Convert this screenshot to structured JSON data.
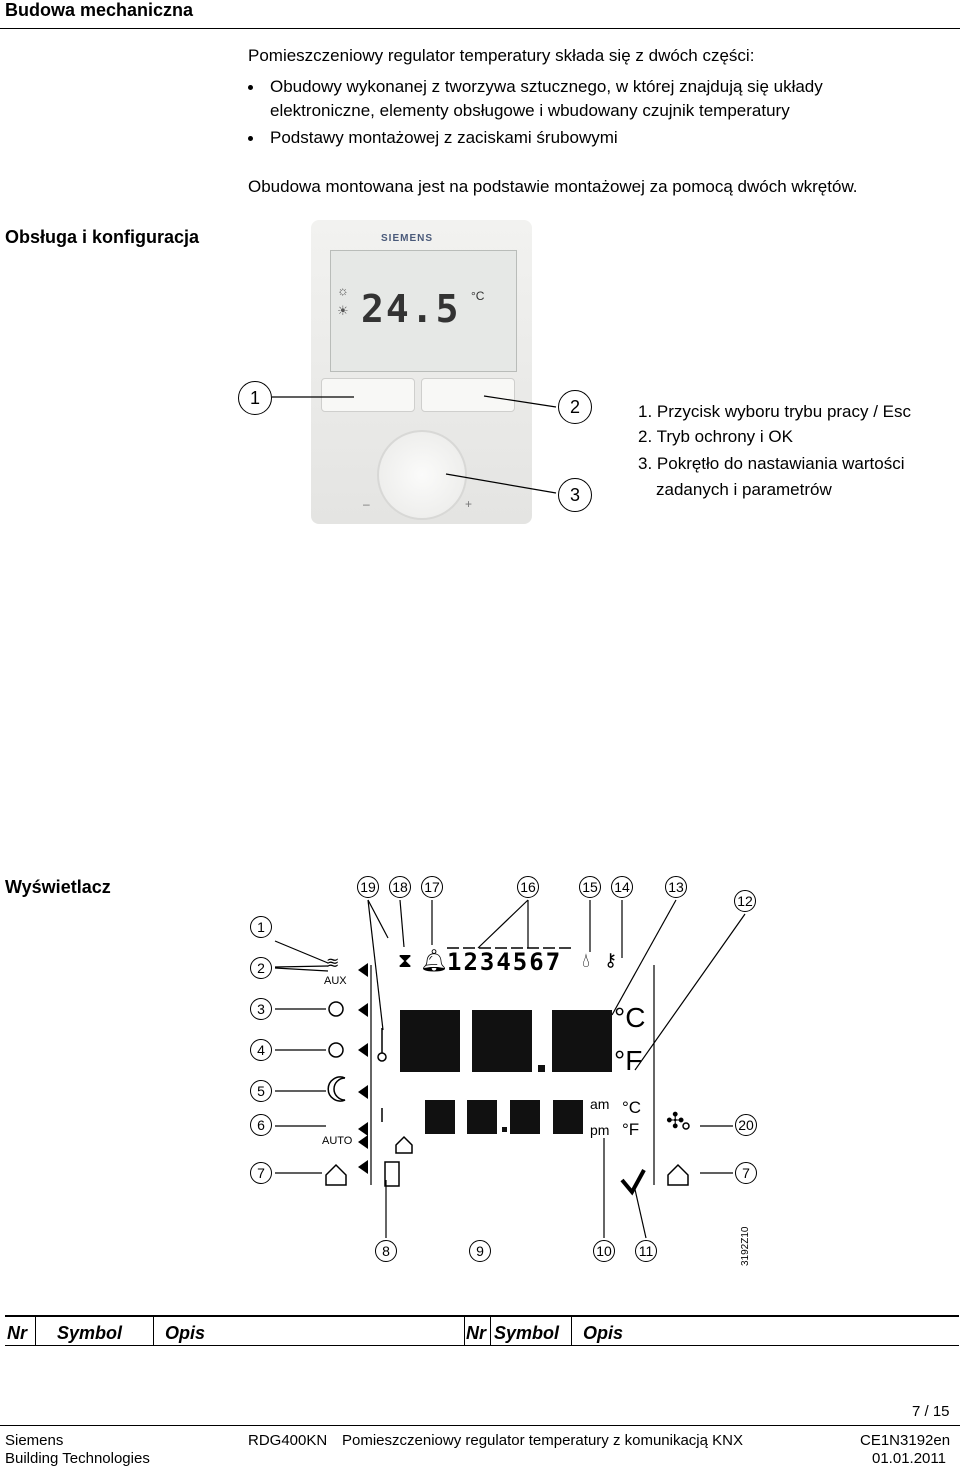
{
  "header": {
    "title": "Budowa mechaniczna"
  },
  "intro": {
    "lead": "Pomieszczeniowy regulator temperatury składa się z dwóch części:",
    "bullets": [
      "Obudowy wykonanej z tworzywa sztucznego, w której znajdują się układy",
      "elektroniczne, elementy obsługowe i wbudowany czujnik temperatury",
      "Podstawy montażowej z zaciskami śrubowymi"
    ],
    "mounting": "Obudowa montowana jest na podstawie montażowej za pomocą dwóch wkrętów."
  },
  "section_ops": {
    "label": "Obsługa i konfiguracja"
  },
  "device": {
    "brand": "SIEMENS",
    "display_value": "24.5",
    "unit": "°C",
    "minus": "–",
    "plus": "+",
    "callouts": [
      "1",
      "2",
      "3"
    ]
  },
  "controls": [
    "1. Przycisk wyboru trybu pracy / Esc",
    "2. Tryb ochrony i OK",
    "3. Pokrętło do nastawiania wartości",
    "zadanych i parametrów"
  ],
  "section_display": {
    "label": "Wyświetlacz"
  },
  "display": {
    "callouts_top": [
      "19",
      "18",
      "17",
      "16",
      "15",
      "14",
      "13",
      "12"
    ],
    "callouts_left": [
      "1",
      "2",
      "3",
      "4",
      "5",
      "6",
      "7"
    ],
    "callouts_right": [
      "20",
      "7"
    ],
    "callouts_bottom": [
      "8",
      "9",
      "10",
      "11"
    ],
    "digits": "1234567",
    "aux": "AUX",
    "auto": "AUTO",
    "am": "am",
    "pm": "pm",
    "unit_c": "°C",
    "unit_f": "°F",
    "small_c": "°C",
    "small_f": "°F",
    "code": "3192Z10"
  },
  "table_header": {
    "nr": "Nr",
    "symbol": "Symbol",
    "opis": "Opis",
    "nr2": "Nr",
    "symbol2": "Symbol",
    "opis2": "Opis"
  },
  "footer": {
    "page": "7 / 15",
    "company": "Siemens",
    "division": "Building Technologies",
    "model": "RDG400KN",
    "desc": "Pomieszczeniowy regulator temperatury z komunikacją KNX",
    "doc": "CE1N3192en",
    "date": "01.01.2011"
  }
}
